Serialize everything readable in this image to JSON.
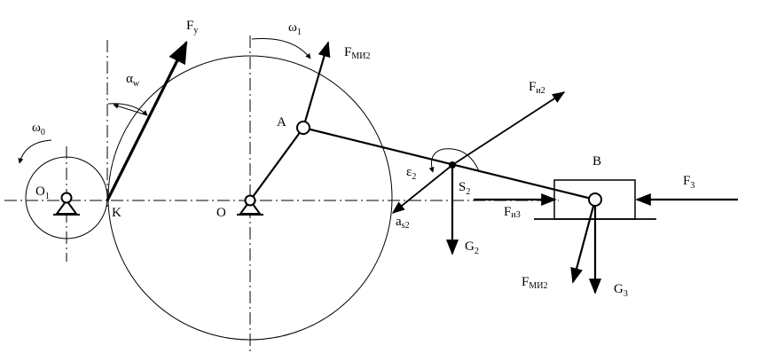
{
  "labels": {
    "Fy": {
      "main": "F",
      "sub": "y"
    },
    "omega1": {
      "main": "ω",
      "sub": "1"
    },
    "FMI2_top": {
      "main": "F",
      "sub": "МИ2"
    },
    "Fi2": {
      "main": "F",
      "sub": "и2"
    },
    "alpha_w": {
      "main": "α",
      "sub": "w"
    },
    "omega0": {
      "main": "ω",
      "sub": "0"
    },
    "O1": {
      "main": "O",
      "sub": "1"
    },
    "K": {
      "main": "K",
      "sub": ""
    },
    "O": {
      "main": "O",
      "sub": ""
    },
    "A": {
      "main": "A",
      "sub": ""
    },
    "eps2": {
      "main": "ε",
      "sub": "2"
    },
    "S2": {
      "main": "S",
      "sub": "2"
    },
    "B": {
      "main": "B",
      "sub": ""
    },
    "F3": {
      "main": "F",
      "sub": "3"
    },
    "Fi3": {
      "main": "F",
      "sub": "и3"
    },
    "as2": {
      "main": "a",
      "sub": "s2"
    },
    "G2": {
      "main": "G",
      "sub": "2"
    },
    "FMI2_bottom": {
      "main": "F",
      "sub": "МИ2"
    },
    "G3": {
      "main": "G",
      "sub": "3"
    }
  }
}
